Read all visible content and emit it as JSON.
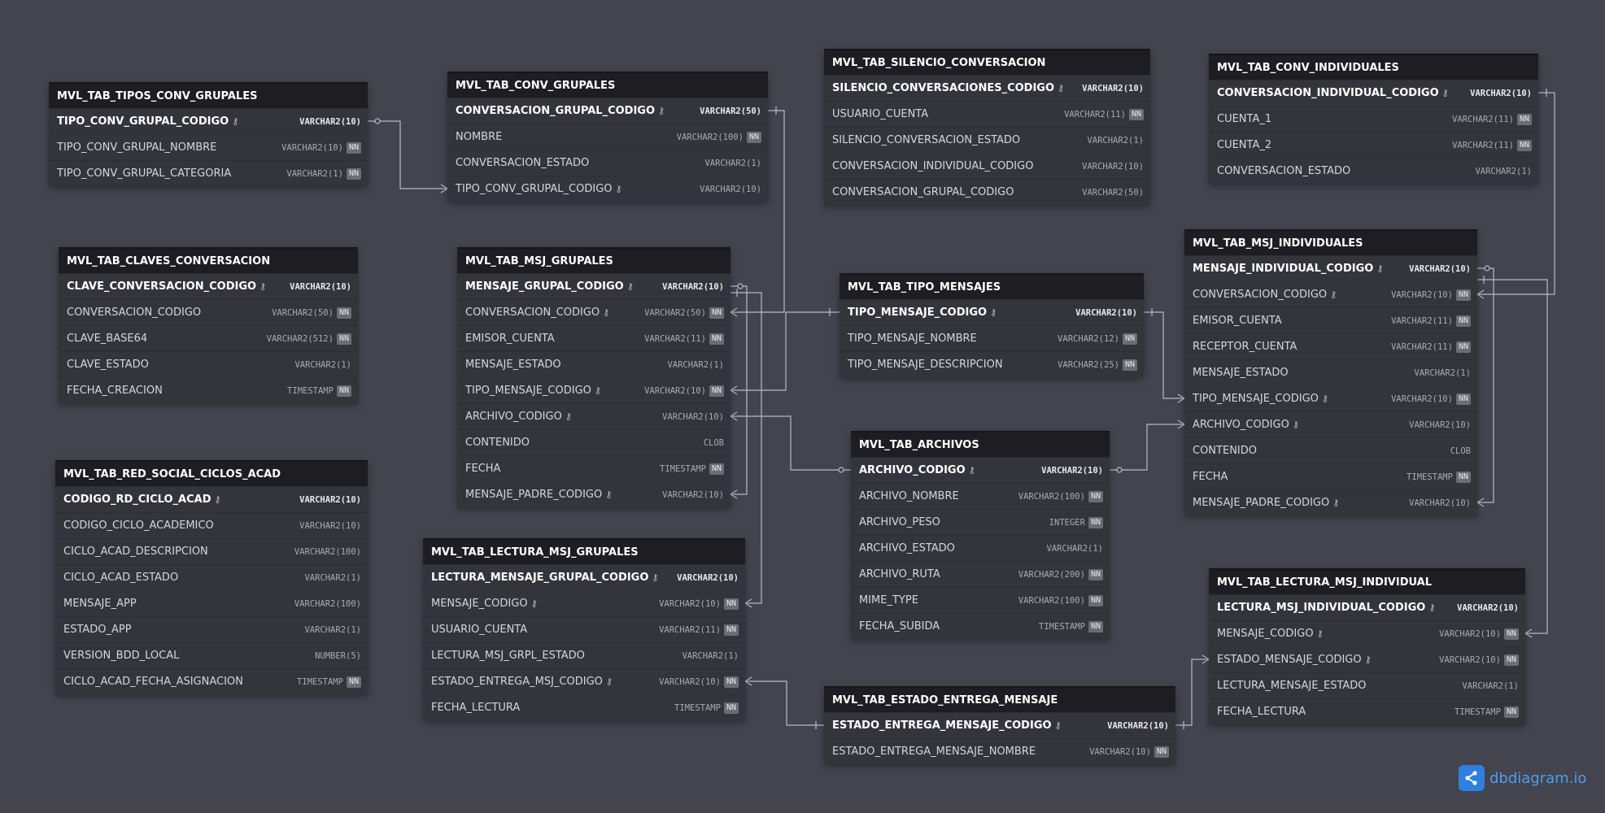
{
  "colors": {
    "background": "#43444d",
    "header": "#1d1d22",
    "body": "#34353c",
    "brand": "#2f7fe0"
  },
  "brand": {
    "text": "dbdiagram.io",
    "icon": "share-nodes-icon"
  },
  "tables": [
    {
      "name": "MVL_TAB_TIPOS_CONV_GRUPALES",
      "columns": [
        {
          "name": "TIPO_CONV_GRUPAL_CODIGO",
          "type": "VARCHAR2(10)",
          "pk": true,
          "key": true,
          "nn": false
        },
        {
          "name": "TIPO_CONV_GRUPAL_NOMBRE",
          "type": "VARCHAR2(10)",
          "pk": false,
          "key": false,
          "nn": true
        },
        {
          "name": "TIPO_CONV_GRUPAL_CATEGORIA",
          "type": "VARCHAR2(1)",
          "pk": false,
          "key": false,
          "nn": true
        }
      ]
    },
    {
      "name": "MVL_TAB_CONV_GRUPALES",
      "columns": [
        {
          "name": "CONVERSACION_GRUPAL_CODIGO",
          "type": "VARCHAR2(50)",
          "pk": true,
          "key": true,
          "nn": false
        },
        {
          "name": "NOMBRE",
          "type": "VARCHAR2(100)",
          "pk": false,
          "key": false,
          "nn": true
        },
        {
          "name": "CONVERSACION_ESTADO",
          "type": "VARCHAR2(1)",
          "pk": false,
          "key": false,
          "nn": false
        },
        {
          "name": "TIPO_CONV_GRUPAL_CODIGO",
          "type": "VARCHAR2(10)",
          "pk": false,
          "key": true,
          "nn": false
        }
      ]
    },
    {
      "name": "MVL_TAB_SILENCIO_CONVERSACION",
      "columns": [
        {
          "name": "SILENCIO_CONVERSACIONES_CODIGO",
          "type": "VARCHAR2(10)",
          "pk": true,
          "key": true,
          "nn": false
        },
        {
          "name": "USUARIO_CUENTA",
          "type": "VARCHAR2(11)",
          "pk": false,
          "key": false,
          "nn": true
        },
        {
          "name": "SILENCIO_CONVERSACION_ESTADO",
          "type": "VARCHAR2(1)",
          "pk": false,
          "key": false,
          "nn": false
        },
        {
          "name": "CONVERSACION_INDIVIDUAL_CODIGO",
          "type": "VARCHAR2(10)",
          "pk": false,
          "key": false,
          "nn": false
        },
        {
          "name": "CONVERSACION_GRUPAL_CODIGO",
          "type": "VARCHAR2(50)",
          "pk": false,
          "key": false,
          "nn": false
        }
      ]
    },
    {
      "name": "MVL_TAB_CONV_INDIVIDUALES",
      "columns": [
        {
          "name": "CONVERSACION_INDIVIDUAL_CODIGO",
          "type": "VARCHAR2(10)",
          "pk": true,
          "key": true,
          "nn": false
        },
        {
          "name": "CUENTA_1",
          "type": "VARCHAR2(11)",
          "pk": false,
          "key": false,
          "nn": true
        },
        {
          "name": "CUENTA_2",
          "type": "VARCHAR2(11)",
          "pk": false,
          "key": false,
          "nn": true
        },
        {
          "name": "CONVERSACION_ESTADO",
          "type": "VARCHAR2(1)",
          "pk": false,
          "key": false,
          "nn": false
        }
      ]
    },
    {
      "name": "MVL_TAB_CLAVES_CONVERSACION",
      "columns": [
        {
          "name": "CLAVE_CONVERSACION_CODIGO",
          "type": "VARCHAR2(10)",
          "pk": true,
          "key": true,
          "nn": false
        },
        {
          "name": "CONVERSACION_CODIGO",
          "type": "VARCHAR2(50)",
          "pk": false,
          "key": false,
          "nn": true
        },
        {
          "name": "CLAVE_BASE64",
          "type": "VARCHAR2(512)",
          "pk": false,
          "key": false,
          "nn": true
        },
        {
          "name": "CLAVE_ESTADO",
          "type": "VARCHAR2(1)",
          "pk": false,
          "key": false,
          "nn": false
        },
        {
          "name": "FECHA_CREACION",
          "type": "TIMESTAMP",
          "pk": false,
          "key": false,
          "nn": true
        }
      ]
    },
    {
      "name": "MVL_TAB_MSJ_GRUPALES",
      "columns": [
        {
          "name": "MENSAJE_GRUPAL_CODIGO",
          "type": "VARCHAR2(10)",
          "pk": true,
          "key": true,
          "nn": false
        },
        {
          "name": "CONVERSACION_CODIGO",
          "type": "VARCHAR2(50)",
          "pk": false,
          "key": true,
          "nn": true
        },
        {
          "name": "EMISOR_CUENTA",
          "type": "VARCHAR2(11)",
          "pk": false,
          "key": false,
          "nn": true
        },
        {
          "name": "MENSAJE_ESTADO",
          "type": "VARCHAR2(1)",
          "pk": false,
          "key": false,
          "nn": false
        },
        {
          "name": "TIPO_MENSAJE_CODIGO",
          "type": "VARCHAR2(10)",
          "pk": false,
          "key": true,
          "nn": true
        },
        {
          "name": "ARCHIVO_CODIGO",
          "type": "VARCHAR2(10)",
          "pk": false,
          "key": true,
          "nn": false
        },
        {
          "name": "CONTENIDO",
          "type": "CLOB",
          "pk": false,
          "key": false,
          "nn": false
        },
        {
          "name": "FECHA",
          "type": "TIMESTAMP",
          "pk": false,
          "key": false,
          "nn": true
        },
        {
          "name": "MENSAJE_PADRE_CODIGO",
          "type": "VARCHAR2(10)",
          "pk": false,
          "key": true,
          "nn": false
        }
      ]
    },
    {
      "name": "MVL_TAB_TIPO_MENSAJES",
      "columns": [
        {
          "name": "TIPO_MENSAJE_CODIGO",
          "type": "VARCHAR2(10)",
          "pk": true,
          "key": true,
          "nn": false
        },
        {
          "name": "TIPO_MENSAJE_NOMBRE",
          "type": "VARCHAR2(12)",
          "pk": false,
          "key": false,
          "nn": true
        },
        {
          "name": "TIPO_MENSAJE_DESCRIPCION",
          "type": "VARCHAR2(25)",
          "pk": false,
          "key": false,
          "nn": true
        }
      ]
    },
    {
      "name": "MVL_TAB_MSJ_INDIVIDUALES",
      "columns": [
        {
          "name": "MENSAJE_INDIVIDUAL_CODIGO",
          "type": "VARCHAR2(10)",
          "pk": true,
          "key": true,
          "nn": false
        },
        {
          "name": "CONVERSACION_CODIGO",
          "type": "VARCHAR2(10)",
          "pk": false,
          "key": true,
          "nn": true
        },
        {
          "name": "EMISOR_CUENTA",
          "type": "VARCHAR2(11)",
          "pk": false,
          "key": false,
          "nn": true
        },
        {
          "name": "RECEPTOR_CUENTA",
          "type": "VARCHAR2(11)",
          "pk": false,
          "key": false,
          "nn": true
        },
        {
          "name": "MENSAJE_ESTADO",
          "type": "VARCHAR2(1)",
          "pk": false,
          "key": false,
          "nn": false
        },
        {
          "name": "TIPO_MENSAJE_CODIGO",
          "type": "VARCHAR2(10)",
          "pk": false,
          "key": true,
          "nn": true
        },
        {
          "name": "ARCHIVO_CODIGO",
          "type": "VARCHAR2(10)",
          "pk": false,
          "key": true,
          "nn": false
        },
        {
          "name": "CONTENIDO",
          "type": "CLOB",
          "pk": false,
          "key": false,
          "nn": false
        },
        {
          "name": "FECHA",
          "type": "TIMESTAMP",
          "pk": false,
          "key": false,
          "nn": true
        },
        {
          "name": "MENSAJE_PADRE_CODIGO",
          "type": "VARCHAR2(10)",
          "pk": false,
          "key": true,
          "nn": false
        }
      ]
    },
    {
      "name": "MVL_TAB_RED_SOCIAL_CICLOS_ACAD",
      "columns": [
        {
          "name": "CODIGO_RD_CICLO_ACAD",
          "type": "VARCHAR2(10)",
          "pk": true,
          "key": true,
          "nn": false
        },
        {
          "name": "CODIGO_CICLO_ACADEMICO",
          "type": "VARCHAR2(10)",
          "pk": false,
          "key": false,
          "nn": false
        },
        {
          "name": "CICLO_ACAD_DESCRIPCION",
          "type": "VARCHAR2(100)",
          "pk": false,
          "key": false,
          "nn": false
        },
        {
          "name": "CICLO_ACAD_ESTADO",
          "type": "VARCHAR2(1)",
          "pk": false,
          "key": false,
          "nn": false
        },
        {
          "name": "MENSAJE_APP",
          "type": "VARCHAR2(100)",
          "pk": false,
          "key": false,
          "nn": false
        },
        {
          "name": "ESTADO_APP",
          "type": "VARCHAR2(1)",
          "pk": false,
          "key": false,
          "nn": false
        },
        {
          "name": "VERSION_BDD_LOCAL",
          "type": "NUMBER(5)",
          "pk": false,
          "key": false,
          "nn": false
        },
        {
          "name": "CICLO_ACAD_FECHA_ASIGNACION",
          "type": "TIMESTAMP",
          "pk": false,
          "key": false,
          "nn": true
        }
      ]
    },
    {
      "name": "MVL_TAB_ARCHIVOS",
      "columns": [
        {
          "name": "ARCHIVO_CODIGO",
          "type": "VARCHAR2(10)",
          "pk": true,
          "key": true,
          "nn": false
        },
        {
          "name": "ARCHIVO_NOMBRE",
          "type": "VARCHAR2(100)",
          "pk": false,
          "key": false,
          "nn": true
        },
        {
          "name": "ARCHIVO_PESO",
          "type": "INTEGER",
          "pk": false,
          "key": false,
          "nn": true
        },
        {
          "name": "ARCHIVO_ESTADO",
          "type": "VARCHAR2(1)",
          "pk": false,
          "key": false,
          "nn": false
        },
        {
          "name": "ARCHIVO_RUTA",
          "type": "VARCHAR2(200)",
          "pk": false,
          "key": false,
          "nn": true
        },
        {
          "name": "MIME_TYPE",
          "type": "VARCHAR2(100)",
          "pk": false,
          "key": false,
          "nn": true
        },
        {
          "name": "FECHA_SUBIDA",
          "type": "TIMESTAMP",
          "pk": false,
          "key": false,
          "nn": true
        }
      ]
    },
    {
      "name": "MVL_TAB_LECTURA_MSJ_GRUPALES",
      "columns": [
        {
          "name": "LECTURA_MENSAJE_GRUPAL_CODIGO",
          "type": "VARCHAR2(10)",
          "pk": true,
          "key": true,
          "nn": false
        },
        {
          "name": "MENSAJE_CODIGO",
          "type": "VARCHAR2(10)",
          "pk": false,
          "key": true,
          "nn": true
        },
        {
          "name": "USUARIO_CUENTA",
          "type": "VARCHAR2(11)",
          "pk": false,
          "key": false,
          "nn": true
        },
        {
          "name": "LECTURA_MSJ_GRPL_ESTADO",
          "type": "VARCHAR2(1)",
          "pk": false,
          "key": false,
          "nn": false
        },
        {
          "name": "ESTADO_ENTREGA_MSJ_CODIGO",
          "type": "VARCHAR2(10)",
          "pk": false,
          "key": true,
          "nn": true
        },
        {
          "name": "FECHA_LECTURA",
          "type": "TIMESTAMP",
          "pk": false,
          "key": false,
          "nn": true
        }
      ]
    },
    {
      "name": "MVL_TAB_LECTURA_MSJ_INDIVIDUAL",
      "columns": [
        {
          "name": "LECTURA_MSJ_INDIVIDUAL_CODIGO",
          "type": "VARCHAR2(10)",
          "pk": true,
          "key": true,
          "nn": false
        },
        {
          "name": "MENSAJE_CODIGO",
          "type": "VARCHAR2(10)",
          "pk": false,
          "key": true,
          "nn": true
        },
        {
          "name": "ESTADO_MENSAJE_CODIGO",
          "type": "VARCHAR2(10)",
          "pk": false,
          "key": true,
          "nn": true
        },
        {
          "name": "LECTURA_MENSAJE_ESTADO",
          "type": "VARCHAR2(1)",
          "pk": false,
          "key": false,
          "nn": false
        },
        {
          "name": "FECHA_LECTURA",
          "type": "TIMESTAMP",
          "pk": false,
          "key": false,
          "nn": true
        }
      ]
    },
    {
      "name": "MVL_TAB_ESTADO_ENTREGA_MENSAJE",
      "columns": [
        {
          "name": "ESTADO_ENTREGA_MENSAJE_CODIGO",
          "type": "VARCHAR2(10)",
          "pk": true,
          "key": true,
          "nn": false
        },
        {
          "name": "ESTADO_ENTREGA_MENSAJE_NOMBRE",
          "type": "VARCHAR2(10)",
          "pk": false,
          "key": false,
          "nn": true
        }
      ]
    }
  ]
}
